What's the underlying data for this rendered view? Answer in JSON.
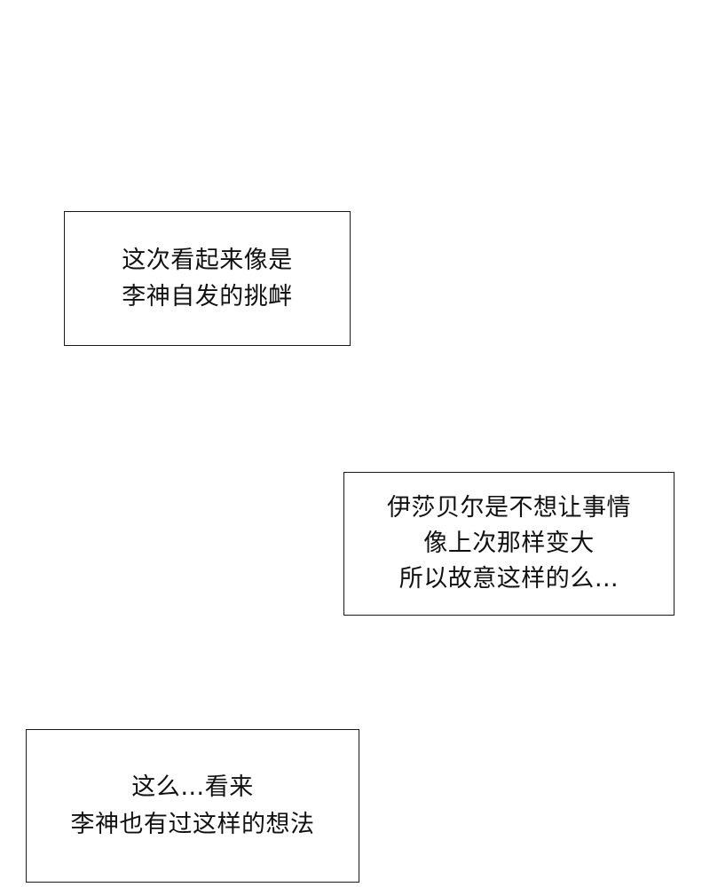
{
  "captions": [
    {
      "lines": [
        "这次看起来像是",
        "李神自发的挑衅"
      ]
    },
    {
      "lines": [
        "伊莎贝尔是不想让事情",
        "像上次那样变大",
        "所以故意这样的么…"
      ]
    },
    {
      "lines": [
        "这么…看来",
        "李神也有过这样的想法"
      ]
    }
  ]
}
